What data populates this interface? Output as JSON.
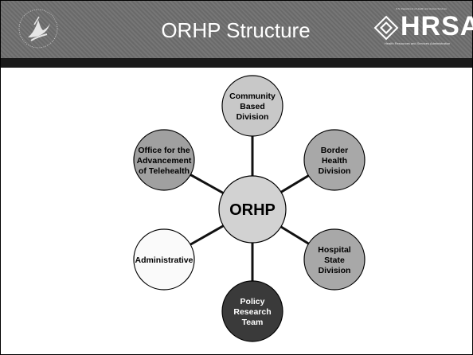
{
  "header": {
    "title": "ORHP Structure",
    "hrsa": {
      "department": "U.S. Department of Health and Human Services",
      "wordmark": "HRSA",
      "subtitle": "Health Resources and Services Administration"
    },
    "hhs_logo": "hhs-eagle-logo"
  },
  "diagram": {
    "center": {
      "label": "ORHP"
    },
    "nodes": [
      {
        "id": "community-based-division",
        "lines": [
          "Community",
          "Based",
          "Division"
        ],
        "fill": "#c8c8c8"
      },
      {
        "id": "border-health-division",
        "lines": [
          "Border",
          "Health",
          "Division"
        ],
        "fill": "#a8a8a8"
      },
      {
        "id": "hospital-state-division",
        "lines": [
          "Hospital",
          "State",
          "Division"
        ],
        "fill": "#a8a8a8"
      },
      {
        "id": "policy-research-team",
        "lines": [
          "Policy",
          "Research",
          "Team"
        ],
        "fill": "#3a3a3a"
      },
      {
        "id": "administrative",
        "lines": [
          "Administrative"
        ],
        "fill": "#fafafa"
      },
      {
        "id": "office-for-the-advancement-of-telehealth",
        "lines": [
          "Office for the",
          "Advancement",
          "of Telehealth"
        ],
        "fill": "#a0a0a0"
      }
    ],
    "colors": {
      "center_fill": "#d2d2d2",
      "dark_text": "#ffffff",
      "light_text": "#000000",
      "connector": "#111111"
    }
  }
}
